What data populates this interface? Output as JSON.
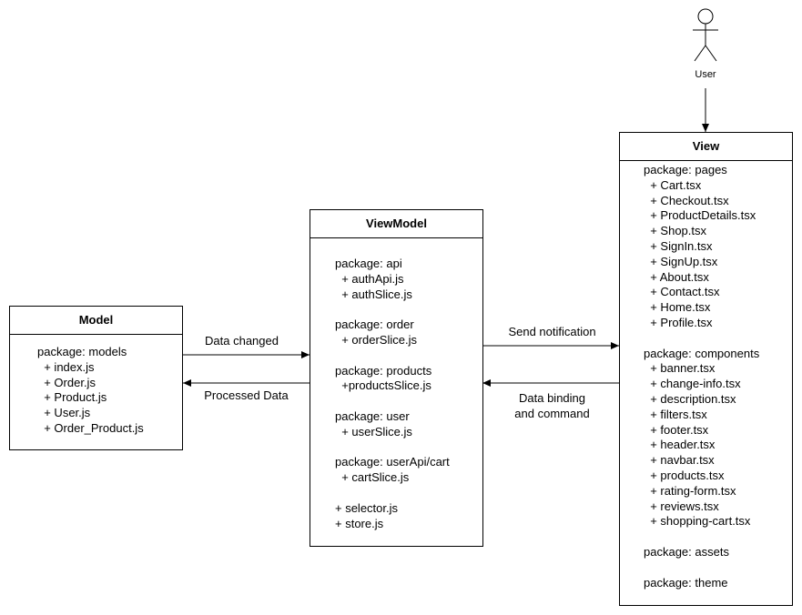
{
  "actor": {
    "label": "User"
  },
  "model": {
    "title": "Model",
    "lines": [
      "package: models",
      "  + index.js",
      "  + Order.js",
      "  + Product.js",
      "  + User.js",
      "  + Order_Product.js"
    ]
  },
  "viewmodel": {
    "title": "ViewModel",
    "lines": [
      "package: api",
      "  + authApi.js",
      "  + authSlice.js",
      "",
      "package: order",
      "  + orderSlice.js",
      "",
      "package: products",
      "  +productsSlice.js",
      "",
      "package: user",
      "  + userSlice.js",
      "",
      "package: userApi/cart",
      "  + cartSlice.js",
      "",
      "+ selector.js",
      "+ store.js"
    ]
  },
  "view": {
    "title": "View",
    "lines": [
      "package: pages",
      "  + Cart.tsx",
      "  + Checkout.tsx",
      "  + ProductDetails.tsx",
      "  + Shop.tsx",
      "  + SignIn.tsx",
      "  + SignUp.tsx",
      "  + About.tsx",
      "  + Contact.tsx",
      "  + Home.tsx",
      "  + Profile.tsx",
      "",
      "package: components",
      "  + banner.tsx",
      "  + change-info.tsx",
      "  + description.tsx",
      "  + filters.tsx",
      "  + footer.tsx",
      "  + header.tsx",
      "  + navbar.tsx",
      "  + products.tsx",
      "  + rating-form.tsx",
      "  + reviews.tsx",
      "  + shopping-cart.tsx",
      "",
      "package: assets",
      "",
      "package: theme"
    ]
  },
  "edges": {
    "data_changed": "Data changed",
    "processed_data": "Processed Data",
    "send_notification": "Send notification",
    "data_binding": "Data binding\nand command"
  }
}
